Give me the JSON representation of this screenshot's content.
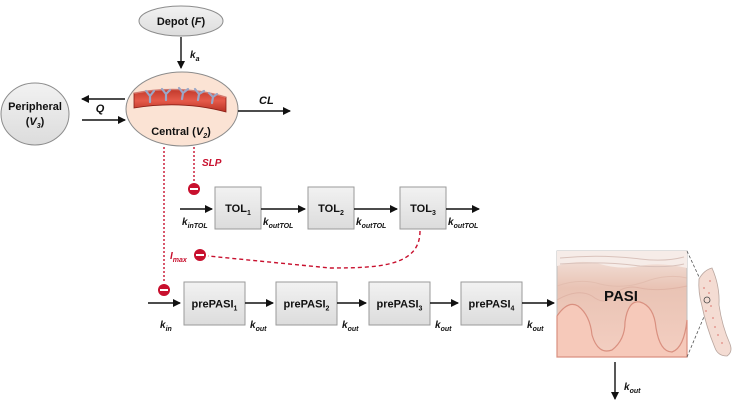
{
  "nodes": {
    "depot": {
      "main": "Depot (",
      "param": "F",
      "close": ")"
    },
    "peripheral": {
      "line1": "Peripheral",
      "open": "(",
      "v": "V",
      "sub": "3",
      "close": ")"
    },
    "central": {
      "main": "Central (",
      "v": "V",
      "sub": "2",
      "close": ")"
    },
    "tol": [
      {
        "main": "TOL",
        "sub": "1"
      },
      {
        "main": "TOL",
        "sub": "2"
      },
      {
        "main": "TOL",
        "sub": "3"
      }
    ],
    "prepasi": [
      {
        "main": "prePASI",
        "sub": "1"
      },
      {
        "main": "prePASI",
        "sub": "2"
      },
      {
        "main": "prePASI",
        "sub": "3"
      },
      {
        "main": "prePASI",
        "sub": "4"
      }
    ],
    "pasi": "PASI"
  },
  "rates": {
    "ka": {
      "k": "k",
      "sub": "a"
    },
    "q": "Q",
    "cl": "CL",
    "kintol": {
      "k": "k",
      "sub": "inTOL"
    },
    "kouttol": {
      "k": "k",
      "sub": "outTOL"
    },
    "kin": {
      "k": "k",
      "sub": "in"
    },
    "kout": {
      "k": "k",
      "sub": "out"
    }
  },
  "effects": {
    "slp": "SLP",
    "imax": {
      "main": "I",
      "sub": "max"
    }
  },
  "colors": {
    "box_fill": "#e6e6e6",
    "box_stroke": "#9a9a9a",
    "central_fill": "#fbe3d4",
    "effect_red": "#c8102e",
    "arrow": "#111111"
  }
}
